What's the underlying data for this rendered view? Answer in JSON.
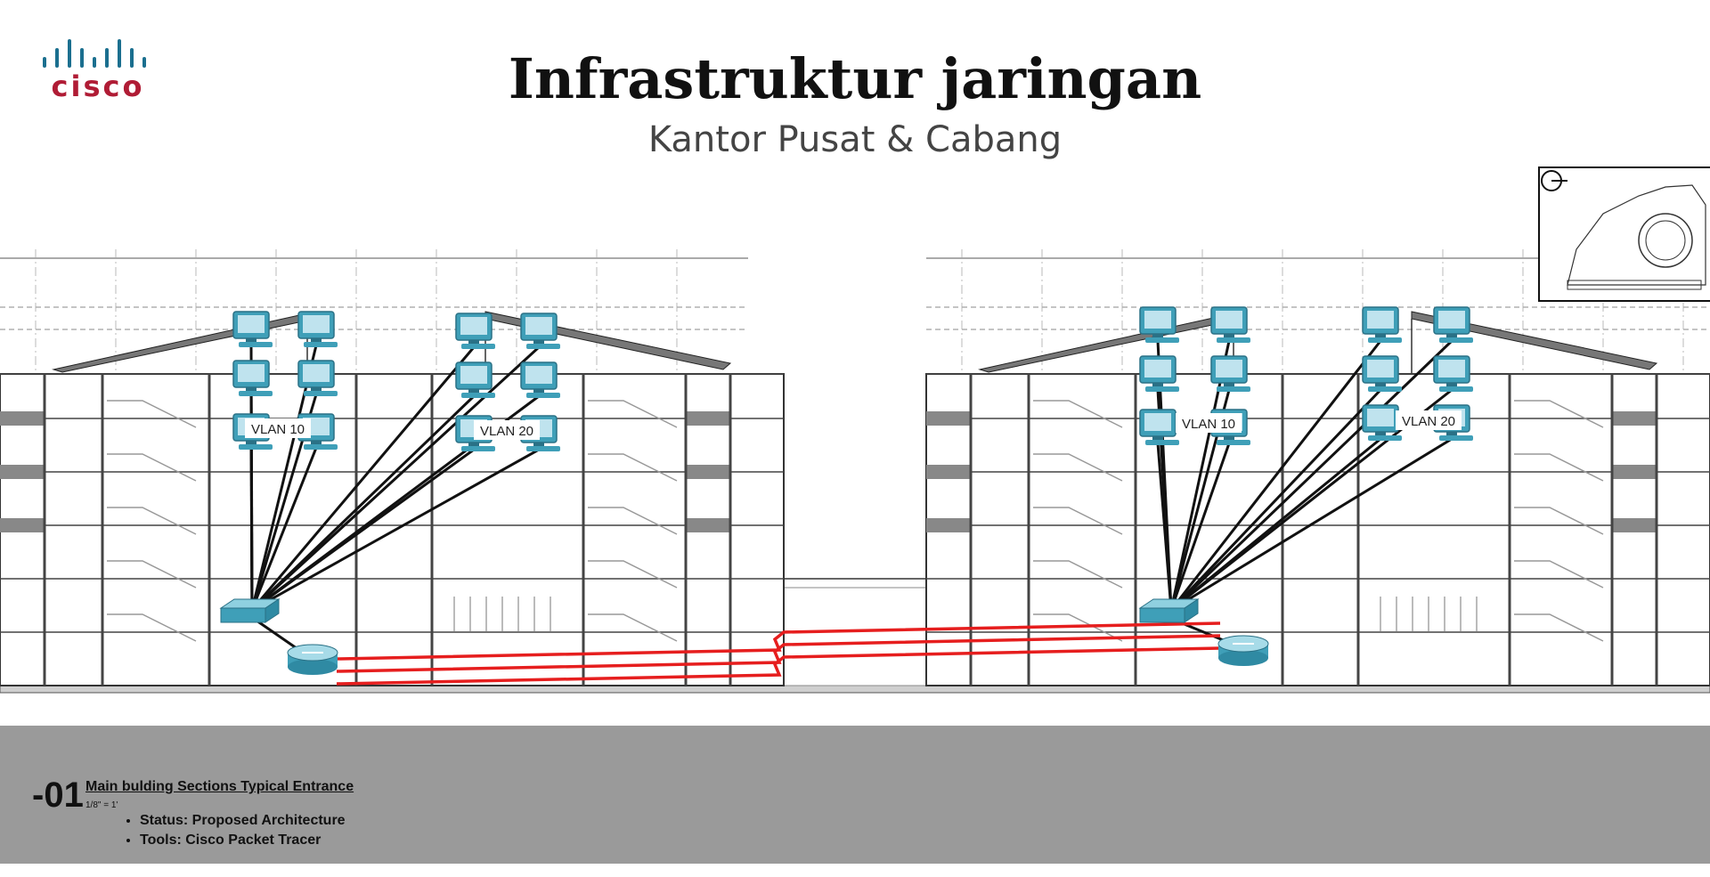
{
  "header": {
    "logo_text": "cisco",
    "title": "Infrastruktur jaringan",
    "subtitle": "Kantor Pusat & Cabang"
  },
  "colors": {
    "logo_bars": "#1b6f8f",
    "logo_text": "#b01c35",
    "device": "#3f9fb8",
    "wan_link": "#e61e1e",
    "lan_link": "#111111",
    "footer_bg": "#9a9a9a"
  },
  "diagram": {
    "buildings": [
      {
        "vlans": [
          "VLAN 10",
          "VLAN 20"
        ]
      },
      {
        "vlans": [
          "VLAN 10",
          "VLAN 20"
        ]
      }
    ],
    "icons": [
      "pc-icon",
      "switch-icon",
      "router-icon",
      "compass-icon"
    ]
  },
  "footer": {
    "section_number": "-01",
    "section_title": "Main bulding Sections Typical Entrance",
    "scale": "1/8\" = 1'",
    "bullets": [
      "Status: Proposed Architecture",
      "Tools: Cisco Packet Tracer"
    ]
  }
}
